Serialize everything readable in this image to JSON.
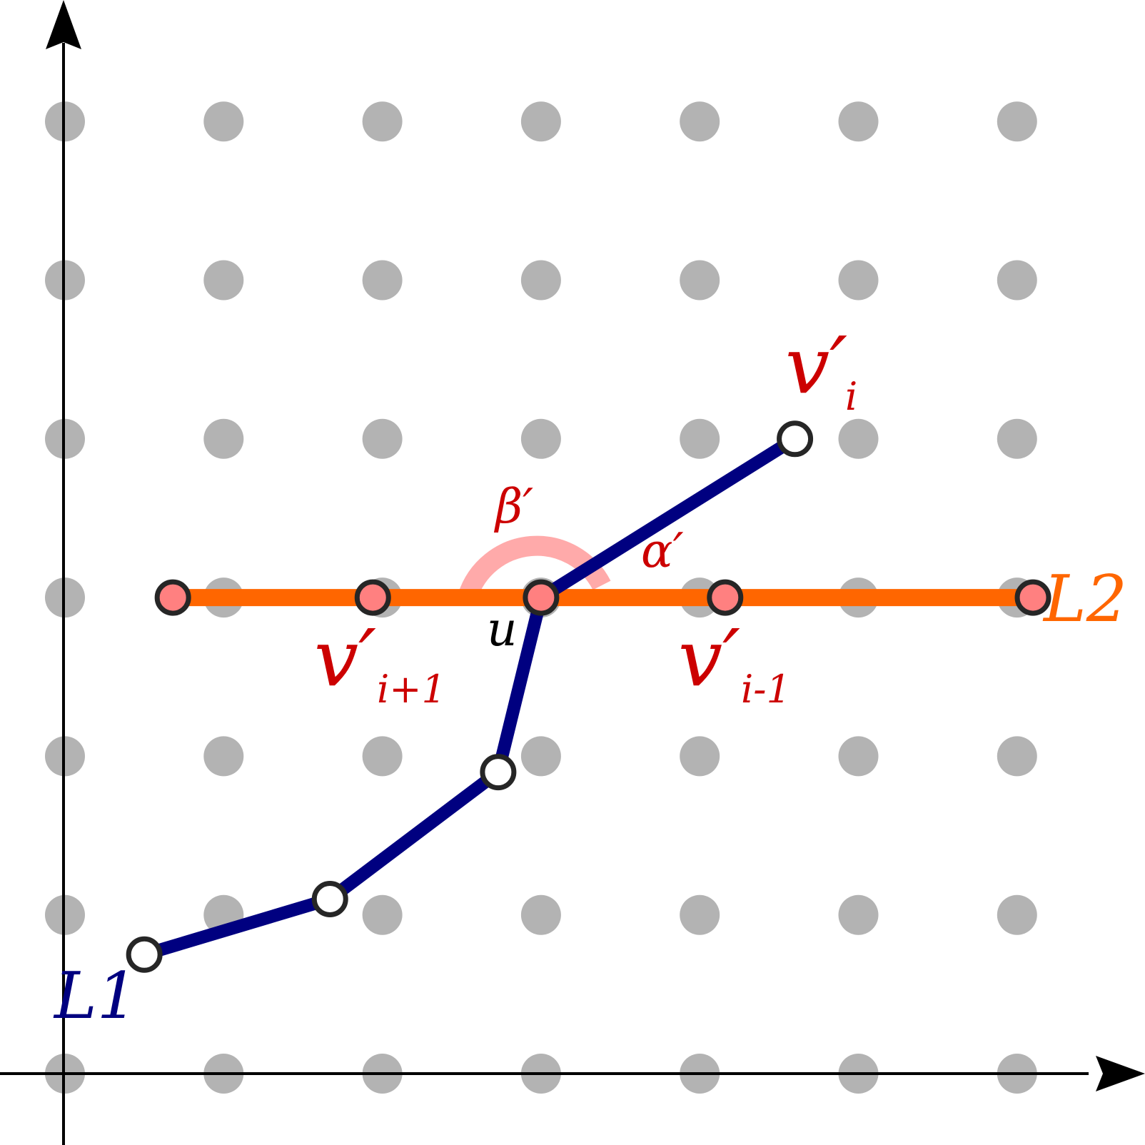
{
  "labels": {
    "l1": "L1",
    "l2": "L2",
    "u": "u",
    "alpha": "α′",
    "beta": "β′",
    "v_main": "v′",
    "v_i": "i",
    "v_i_plus_1": "i+1",
    "v_i_minus_1": "i-1"
  },
  "colors": {
    "background": "#ffffff",
    "grid_dot": "#b3b3b3",
    "axis": "#000000",
    "l1_line": "#000080",
    "l2_line": "#ff6600",
    "angle_arc": "#ffaaaa",
    "vertex_fill_red": "#ff8080",
    "vertex_fill_white": "#ffffff",
    "vertex_stroke": "#262626",
    "label_red": "#cc0000",
    "label_navy": "#000080",
    "label_orange": "#ff6600",
    "label_black": "#000000"
  },
  "diagram": {
    "grid": {
      "cols": 7,
      "rows": 7
    },
    "polyline_l1": [
      [
        0.5,
        0.75
      ],
      [
        1.67,
        1.1
      ],
      [
        2.73,
        1.9
      ],
      [
        3.0,
        3.0
      ],
      [
        4.6,
        4.0
      ]
    ],
    "polyline_l2": [
      [
        0.68,
        3.0
      ],
      [
        6.1,
        3.0
      ]
    ],
    "vertices_white": [
      [
        0.5,
        0.75
      ],
      [
        1.67,
        1.1
      ],
      [
        2.73,
        1.9
      ],
      [
        4.6,
        4.0
      ]
    ],
    "vertices_red": [
      [
        0.68,
        3.0
      ],
      [
        1.94,
        3.0
      ],
      [
        3.0,
        3.0
      ],
      [
        4.16,
        3.0
      ],
      [
        6.1,
        3.0
      ]
    ]
  }
}
